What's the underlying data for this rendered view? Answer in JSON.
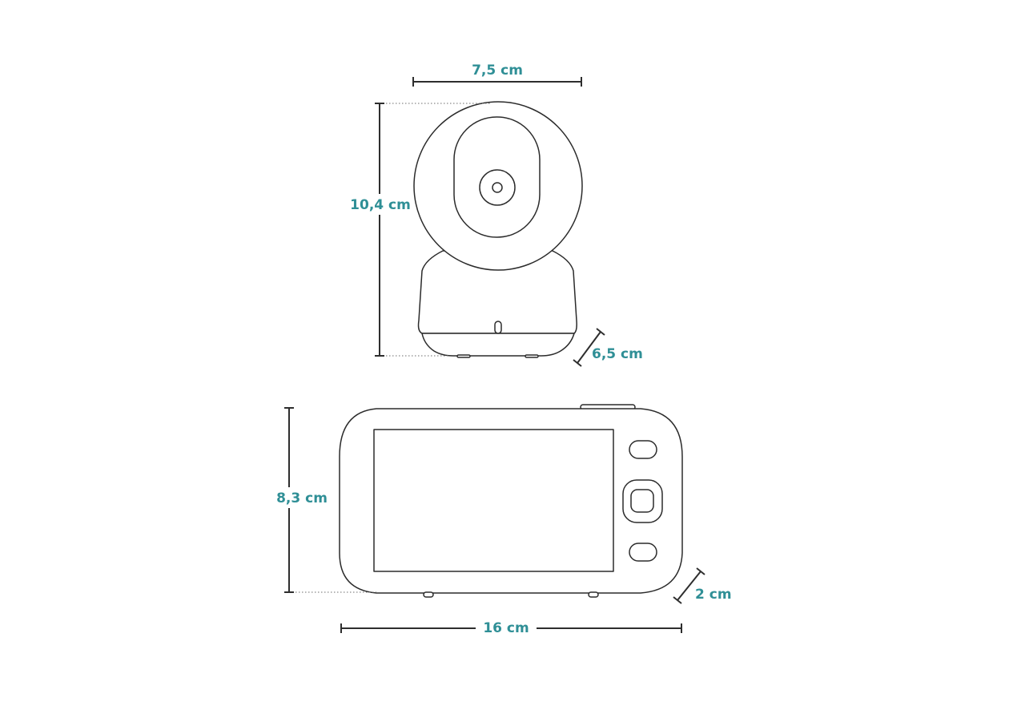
{
  "colors": {
    "label": "#2f8f96",
    "line": "#2b2b2b",
    "background": "#ffffff"
  },
  "camera": {
    "width_label": "7,5 cm",
    "height_label": "10,4 cm",
    "depth_label": "6,5 cm"
  },
  "monitor": {
    "height_label": "8,3 cm",
    "width_label": "16 cm",
    "depth_label": "2 cm"
  }
}
